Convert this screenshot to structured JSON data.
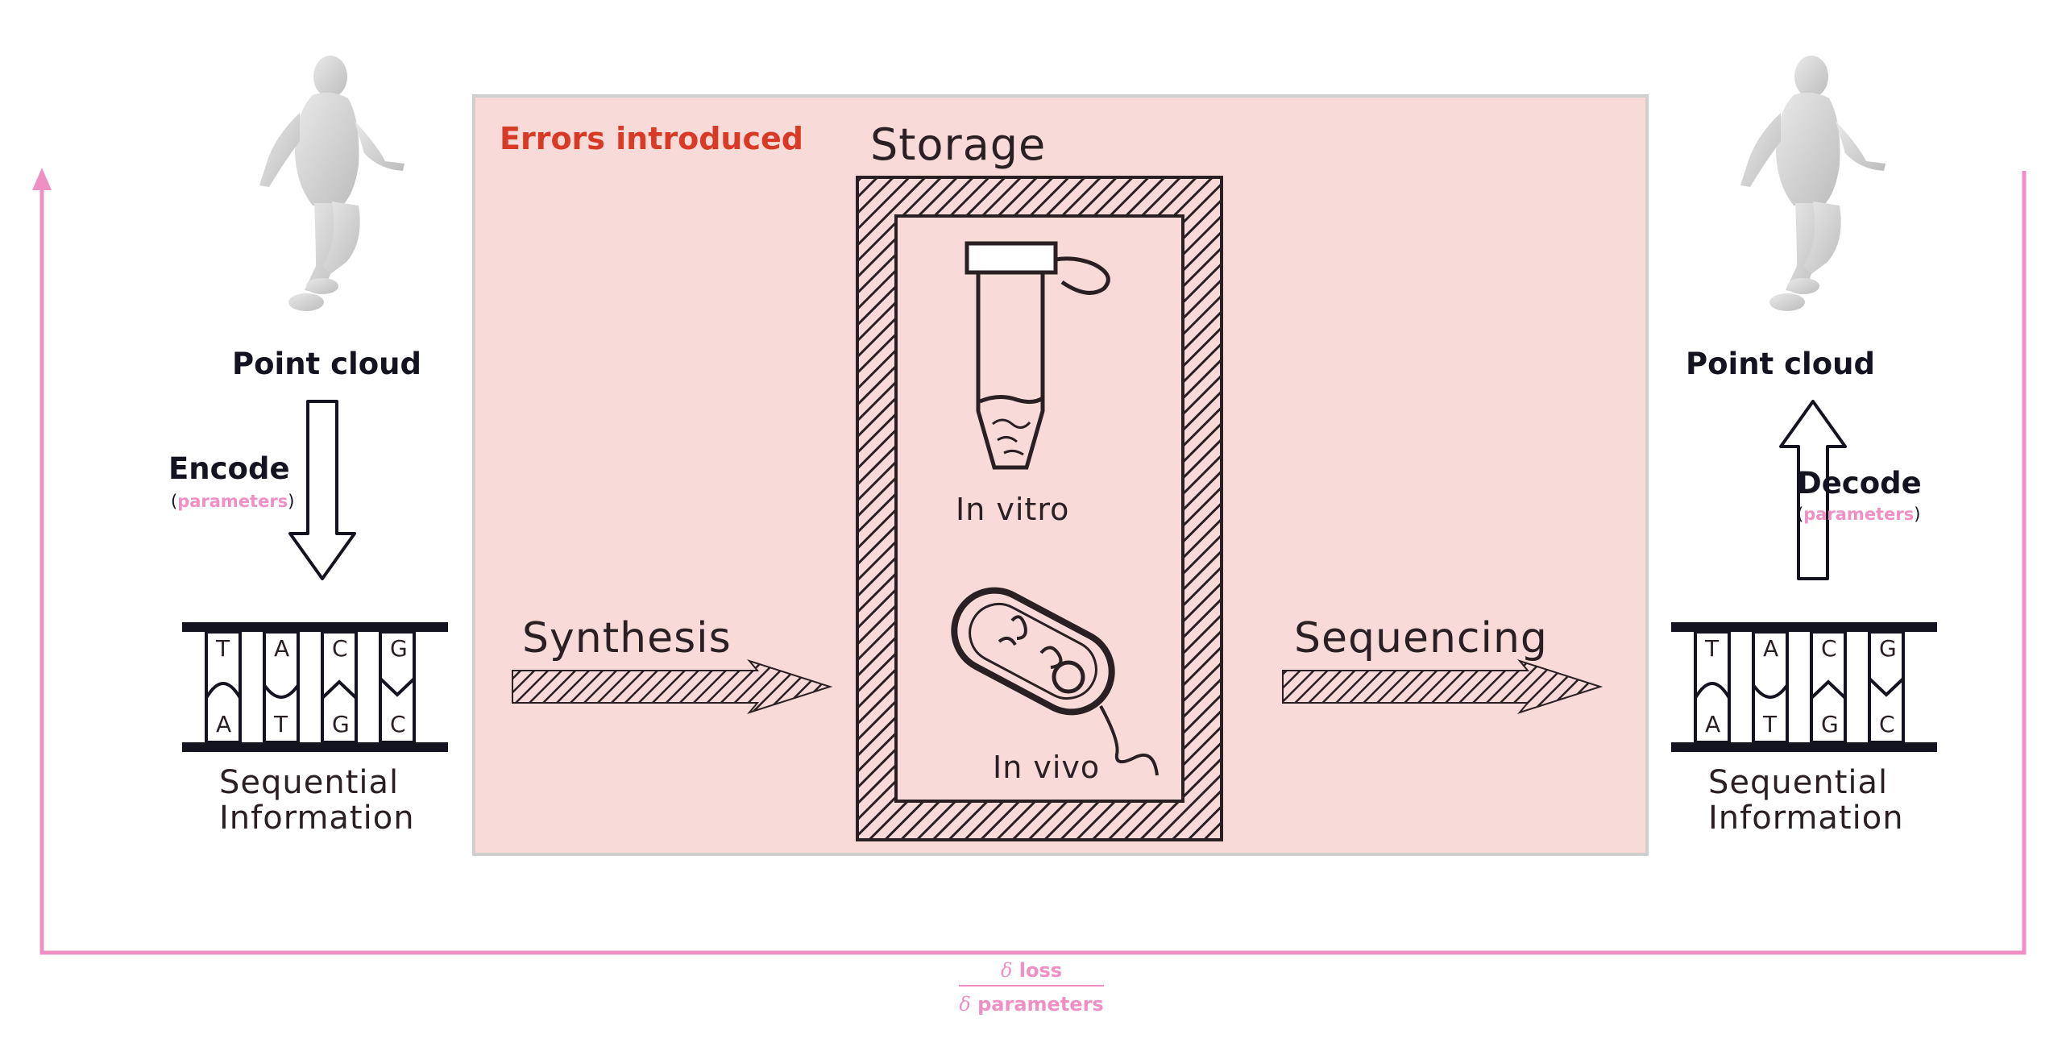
{
  "errors_label": "Errors introduced",
  "storage": {
    "title": "Storage",
    "in_vitro": "In vitro",
    "in_vivo": "In vivo"
  },
  "left": {
    "point_cloud": "Point cloud",
    "step": "Encode",
    "params": "parameters",
    "dna_top": [
      "T",
      "A",
      "C",
      "G"
    ],
    "dna_bottom": [
      "A",
      "T",
      "G",
      "C"
    ],
    "seq_line1": "Sequential",
    "seq_line2": "Information"
  },
  "right": {
    "point_cloud": "Point cloud",
    "step": "Decode",
    "params": "parameters",
    "dna_top": [
      "T",
      "A",
      "C",
      "G"
    ],
    "dna_bottom": [
      "A",
      "T",
      "G",
      "C"
    ],
    "seq_line1": "Sequential",
    "seq_line2": "Information"
  },
  "synthesis": "Synthesis",
  "sequencing": "Sequencing",
  "gradient": {
    "numerator": "loss",
    "denominator": "parameters",
    "symbol": "δ"
  },
  "colors": {
    "feedback": "#ee90c4",
    "errors_text": "#d83a26",
    "errors_bg": "#f8dbd8",
    "ink": "#2a2023"
  }
}
